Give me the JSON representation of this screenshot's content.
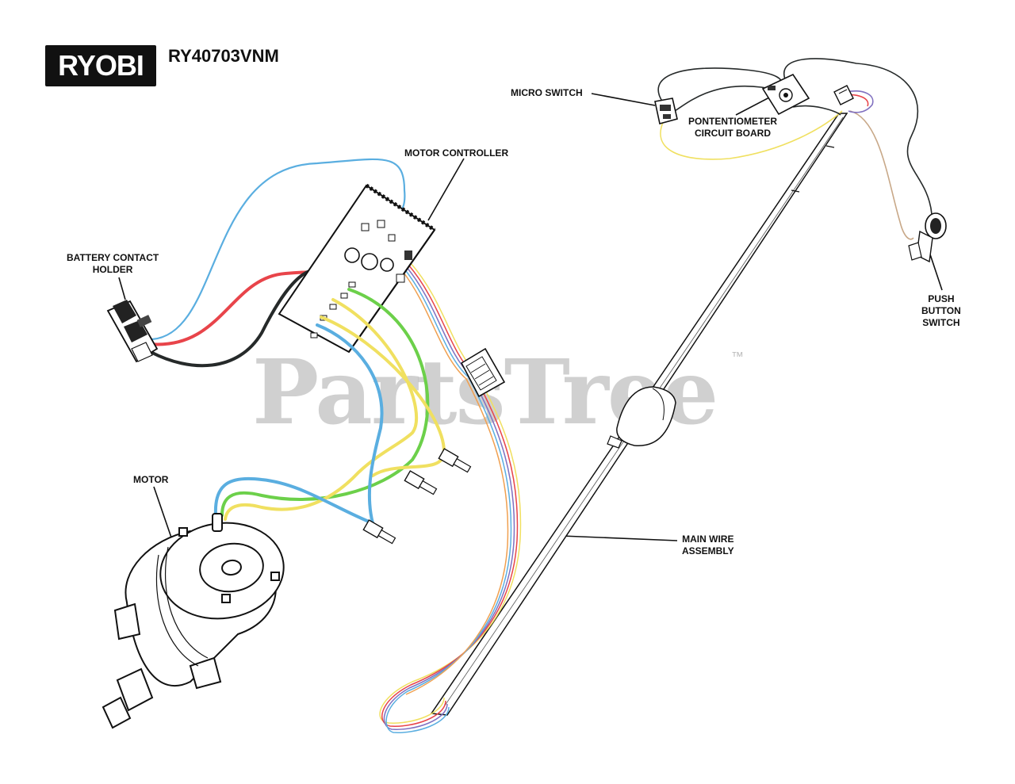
{
  "header": {
    "brand": "RYOBI",
    "model": "RY40703VNM"
  },
  "watermark": {
    "text": "PartsTree",
    "trademark": "™"
  },
  "labels": {
    "motor_controller": "MOTOR CONTROLLER",
    "battery_contact_holder_line1": "BATTERY CONTACT",
    "battery_contact_holder_line2": "HOLDER",
    "motor": "MOTOR",
    "micro_switch": "MICRO SWITCH",
    "potentiometer_line1": "PONTENTIOMETER",
    "potentiometer_line2": "CIRCUIT BOARD",
    "push_button_line1": "PUSH",
    "push_button_line2": "BUTTON",
    "push_button_line3": "SWITCH",
    "main_wire_line1": "MAIN WIRE",
    "main_wire_line2": "ASSEMBLY"
  },
  "wire_colors": {
    "red": "#e8444a",
    "black": "#262a2a",
    "blue": "#5aaee0",
    "yellow": "#f0e060",
    "green": "#6cd04a",
    "orange": "#f0a050",
    "purple": "#8070c0",
    "tan": "#c8a888"
  }
}
